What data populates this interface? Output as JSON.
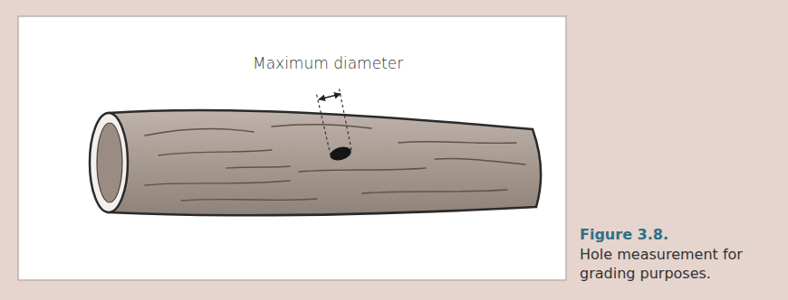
{
  "diagram": {
    "caption": "Hole measurement for grading purposes.",
    "labels": [
      "Maximum diameter",
      "Figure 3.8."
    ]
  }
}
